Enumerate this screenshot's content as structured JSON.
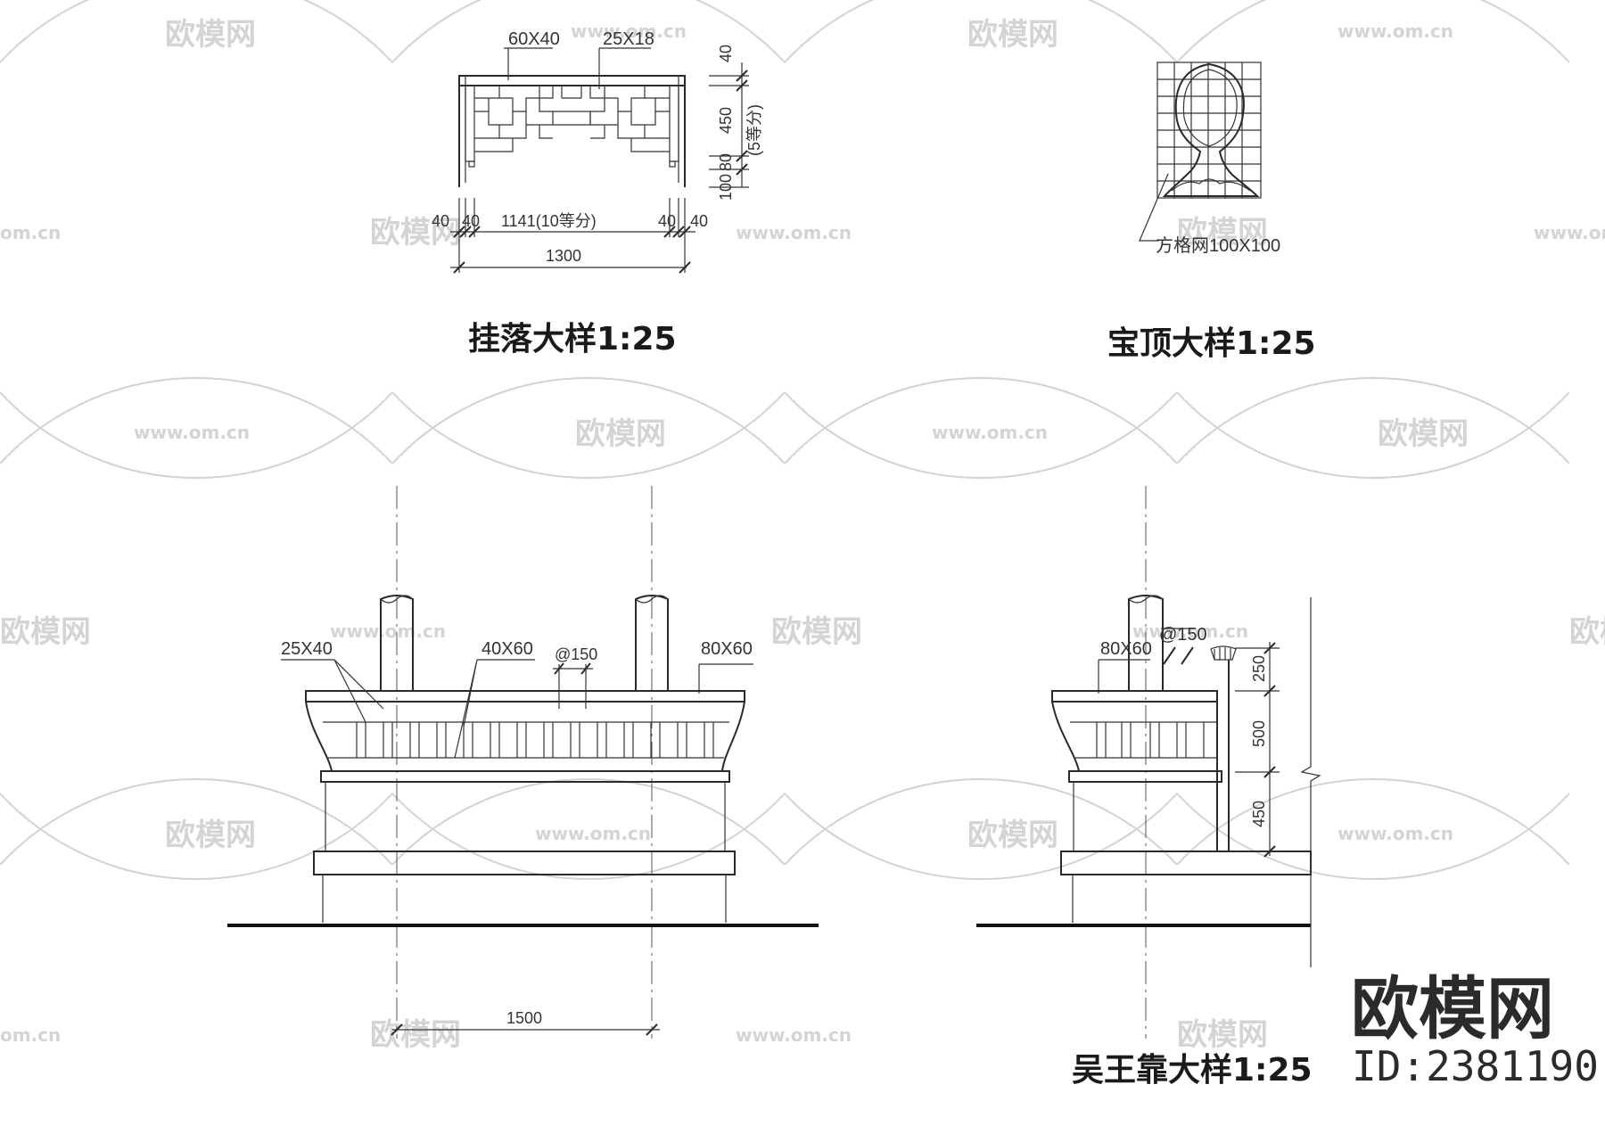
{
  "watermark": {
    "brand": "欧模网",
    "url": "www.om.cn",
    "url_short": "om.cn"
  },
  "gualuo": {
    "title": "挂落大样1:25",
    "labels": {
      "member_60x40": "60X40",
      "member_25x18": "25X18",
      "dim_40_top": "40",
      "dim_450": "450",
      "dim_5parts": "(5等分)",
      "dim_80": "80",
      "dim_100": "100",
      "dim_40_left": "40",
      "dim_40_left2": "40",
      "dim_1141": "1141(10等分)",
      "dim_40_right": "40",
      "dim_40_right2": "40",
      "dim_1300": "1300"
    }
  },
  "baoding": {
    "title": "宝顶大样1:25",
    "grid_label": "方格网100X100"
  },
  "wuwangkao": {
    "title": "吴王靠大样1:25",
    "labels": {
      "member_25x40": "25X40",
      "member_40x60": "40X60",
      "spacing_150": "@150",
      "member_80x60": "80X60",
      "dim_1500": "1500",
      "side_80x60": "80X60",
      "side_150": "@150",
      "dim_250": "250",
      "dim_500": "500",
      "dim_450": "450"
    }
  },
  "brand_block": {
    "name": "欧模网",
    "id": "ID:2381190"
  }
}
